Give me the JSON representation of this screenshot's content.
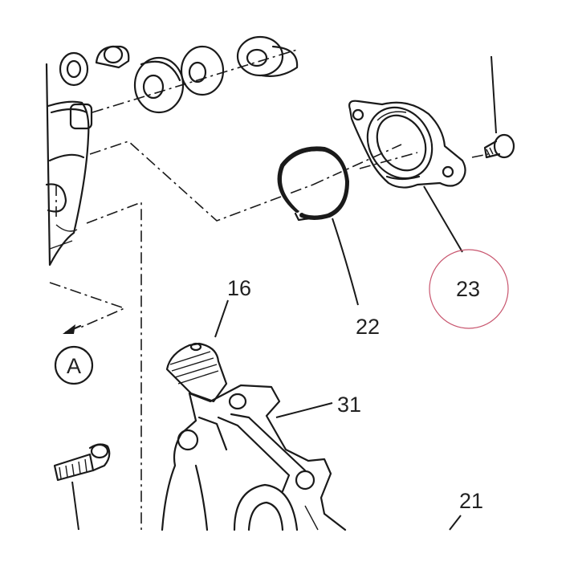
{
  "callouts": {
    "part_16": "16",
    "part_21": "21",
    "part_22": "22",
    "part_23": "23",
    "part_31": "31",
    "view_a": "A"
  },
  "colors": {
    "ink": "#1a1a1a",
    "highlight_circle": "#c8556e",
    "background": "#ffffff"
  },
  "highlighted_part": "23"
}
